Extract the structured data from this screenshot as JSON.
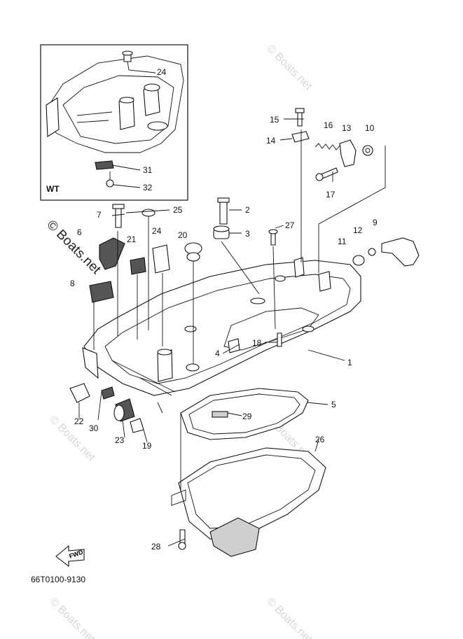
{
  "inset": {
    "label": "WT",
    "callouts": [
      "24",
      "31",
      "32"
    ]
  },
  "part_numbers": [
    "1",
    "2",
    "3",
    "4",
    "5",
    "6",
    "7",
    "8",
    "9",
    "10",
    "11",
    "12",
    "13",
    "14",
    "15",
    "16",
    "17",
    "18",
    "19",
    "20",
    "21",
    "22",
    "23",
    "24",
    "25",
    "26",
    "27",
    "28",
    "29",
    "30"
  ],
  "labels": {
    "n1": "1",
    "n2": "2",
    "n3": "3",
    "n4": "4",
    "n5": "5",
    "n6": "6",
    "n7": "7",
    "n8": "8",
    "n9": "9",
    "n10": "10",
    "n11": "11",
    "n12": "12",
    "n13": "13",
    "n14": "14",
    "n15": "15",
    "n16": "16",
    "n17": "17",
    "n18": "18",
    "n19": "19",
    "n20": "20",
    "n21": "21",
    "n22": "22",
    "n23": "23",
    "n24": "24",
    "n25": "25",
    "n26": "26",
    "n27": "27",
    "n28": "28",
    "n29": "29",
    "n30": "30",
    "i24": "24",
    "i31": "31",
    "i32": "32"
  },
  "fwd_label": "FWD",
  "diagram_code": "66T0100-9130",
  "watermark": "© Boats.net"
}
